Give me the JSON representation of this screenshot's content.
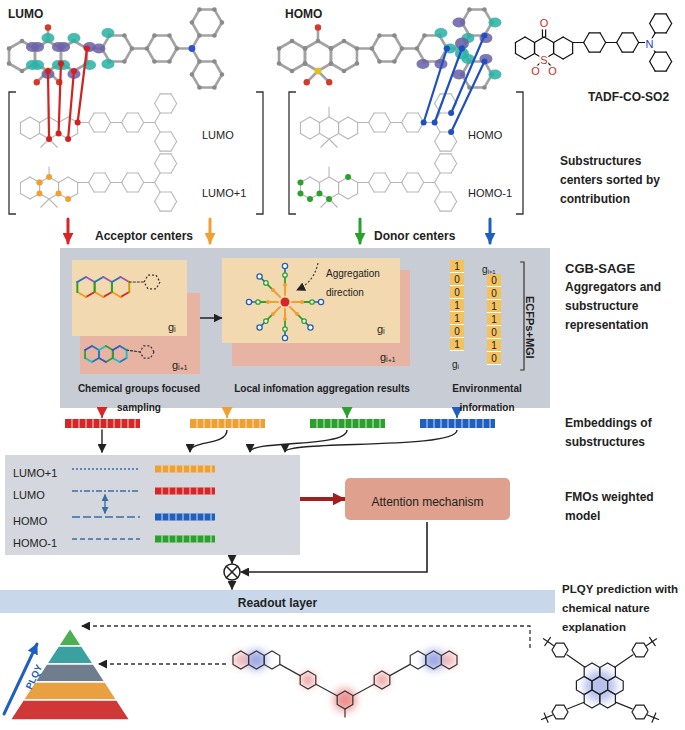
{
  "diagram": {
    "nodes": [
      {
        "text": [
          "ECFPs+MGI"
        ]
      },
      {
        "text": [
          "gᵢ"
        ],
        "in": 0
      },
      {
        "text": [
          "gᵢ₊₁"
        ],
        "in": 0
      },
      {
        "text": [
          "Aggregation direction",
          "gᵢ"
        ],
        "in": 0
      },
      {
        "text": [
          "gᵢ₊₁"
        ],
        "in": 0
      },
      {
        "text": [
          "1 0 0 1 1 0 1",
          "gᵢ"
        ],
        "in": 0
      },
      {
        "text": [
          "gᵢ₊₁",
          "0 0 1 1 0 1 0"
        ],
        "in": 0
      },
      {
        "text": [
          "LUMO+1",
          "LUMO",
          "HOMO",
          "HOMO-1"
        ]
      },
      {
        "text": [
          "Attention mechanism"
        ]
      },
      {
        "text": [
          "Readout layer"
        ]
      }
    ],
    "edges": [
      {
        "from": 2,
        "to": 3,
        "arrow": "to"
      },
      {
        "from": 7,
        "to": 8,
        "arrow": "to"
      }
    ],
    "labels": [
      "LUMO",
      "HOMO",
      "O",
      "S",
      "O",
      "O",
      "N",
      "TADF-CO-SO2",
      "LUMO",
      "LUMO+1",
      "HOMO",
      "HOMO-1",
      "Substructures centers sorted by contribution",
      "Acceptor centers",
      "Donor centers",
      "CGB-SAGE",
      "Aggregators and substructure representation",
      "Chemical groups focused sampling",
      "Local infomation aggregation results",
      "Environmental information",
      "Embeddings of substructures",
      "FMOs weighted model",
      "PLQY prediction with chemical nature explanation",
      "PLQY"
    ]
  }
}
